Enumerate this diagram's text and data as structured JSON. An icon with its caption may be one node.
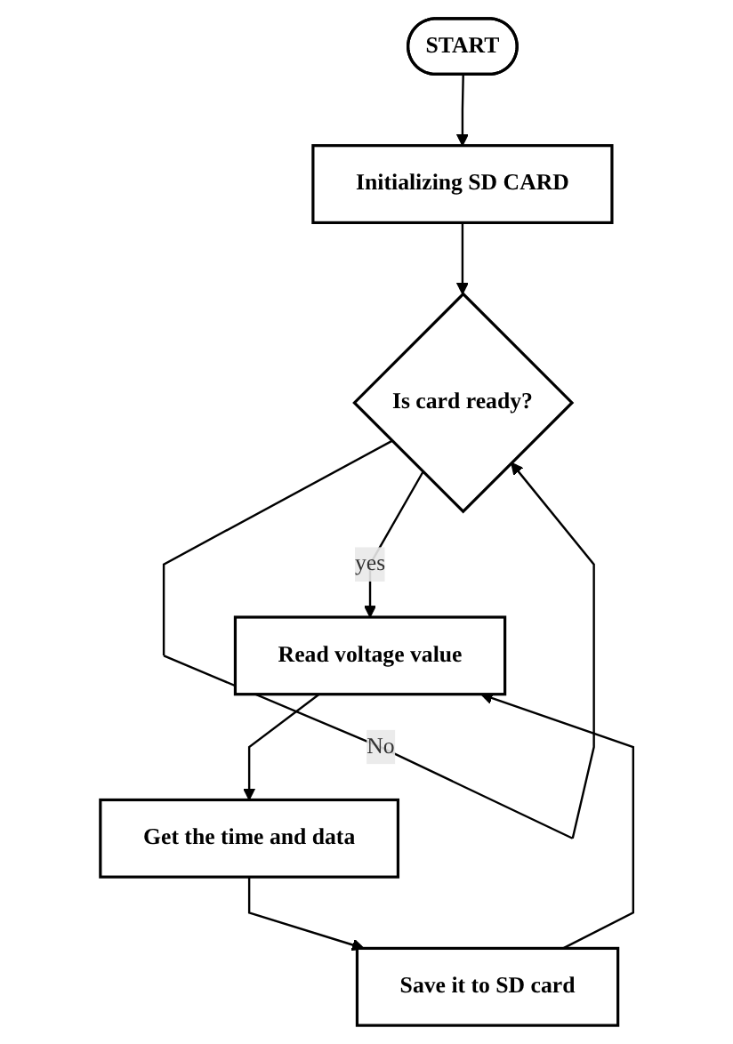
{
  "diagram": {
    "nodes": [
      {
        "text": [
          "START"
        ]
      },
      {
        "text": [
          "Initializing SD CARD"
        ]
      },
      {
        "text": [
          "Is card ready?"
        ]
      },
      {
        "text": [
          "Read voltage value"
        ]
      },
      {
        "text": [
          "Get the time and data"
        ]
      },
      {
        "text": [
          "Save it to SD card"
        ]
      }
    ],
    "edges": [
      {
        "from": 0,
        "to": 1,
        "arrow": "to"
      },
      {
        "from": 1,
        "to": 2,
        "arrow": "to"
      },
      {
        "from": 2,
        "to": 2,
        "label": "No",
        "arrow": "to"
      },
      {
        "from": 2,
        "to": 3,
        "label": "yes",
        "arrow": "to"
      },
      {
        "from": 3,
        "to": 4,
        "arrow": "to"
      },
      {
        "from": 4,
        "to": 5,
        "arrow": "to"
      },
      {
        "from": 5,
        "to": 3,
        "arrow": "to"
      }
    ]
  }
}
